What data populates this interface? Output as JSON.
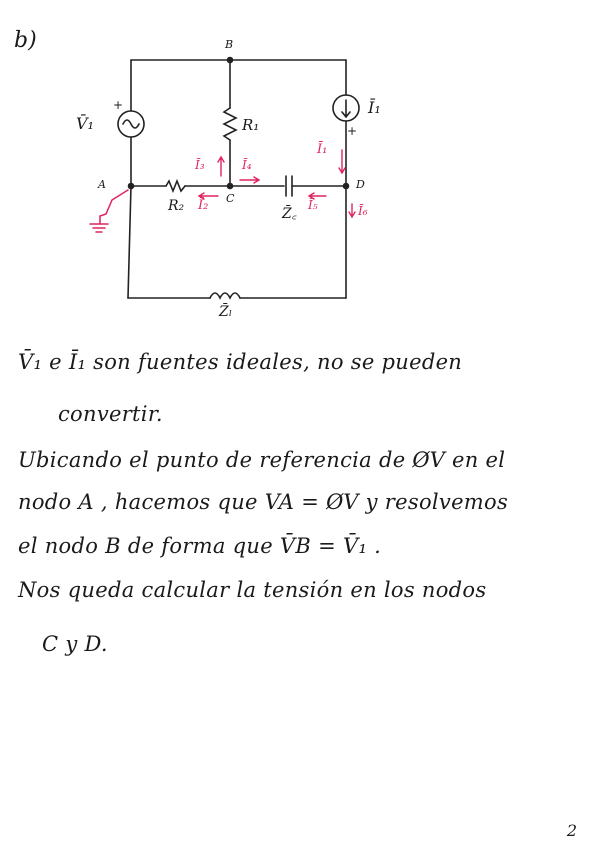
{
  "section_label": "b)",
  "circuit": {
    "nodes": {
      "a": "A",
      "b": "B",
      "c": "C",
      "d": "D"
    },
    "components": {
      "v1": "V̄₁",
      "i1_source": "Ī₁",
      "r1": "R₁",
      "r2": "R₂",
      "zc": "Z̄꜀",
      "zl": "Z̄ₗ"
    },
    "currents": {
      "i1": "Ī₁",
      "i2": "Ī₂",
      "i3": "Ī₃",
      "i4": "Ī₄",
      "i5": "Ī₅",
      "i6": "Ī₆"
    },
    "polarity_plus": "+"
  },
  "lines": [
    "V̄₁ e Ī₁ son fuentes ideales, no se pueden",
    "convertir.",
    "Ubicando el punto de referencia de ØV en el",
    "nodo A , hacemos que VA = ØV y resolvemos",
    "el nodo B de forma que V̄B = V̄₁ .",
    "Nos queda calcular la tensión en los nodos",
    "C y D."
  ],
  "page_number": "2"
}
